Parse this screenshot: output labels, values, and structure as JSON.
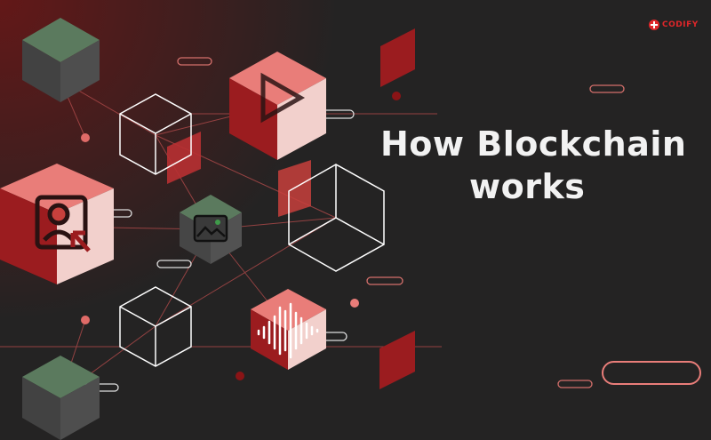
{
  "title": {
    "line1": "How Blockchain",
    "line2": "works"
  },
  "brand": {
    "name": "CODIFY"
  },
  "colors": {
    "background": "#242323",
    "accent_red": "#9b1c1f",
    "cube_pink": "#e97d79",
    "cube_green": "#5b7a5e",
    "text": "#f2f2f2"
  },
  "icons": [
    "play-icon",
    "profile-cursor-icon",
    "image-icon",
    "audio-wave-icon"
  ]
}
